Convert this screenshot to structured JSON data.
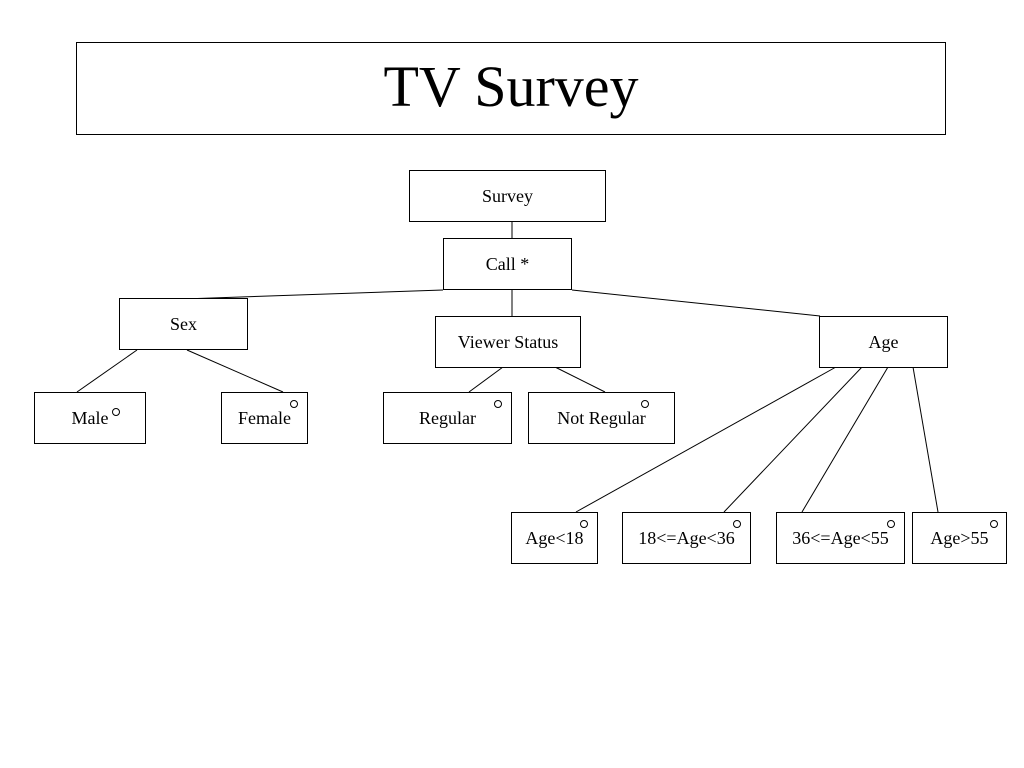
{
  "title": "TV Survey",
  "nodes": {
    "survey": "Survey",
    "call": "Call *",
    "sex": "Sex",
    "viewer_status": "Viewer Status",
    "age": "Age",
    "male": "Male",
    "female": "Female",
    "regular": "Regular",
    "not_regular": "Not Regular",
    "age_lt_18": "Age<18",
    "age_18_36": "18<=Age<36",
    "age_36_55": "36<=Age<55",
    "age_gt_55": "Age>55"
  },
  "icons": {
    "optional_marker": "small-circle-icon"
  },
  "colors": {
    "line": "#000000",
    "background": "#ffffff"
  }
}
